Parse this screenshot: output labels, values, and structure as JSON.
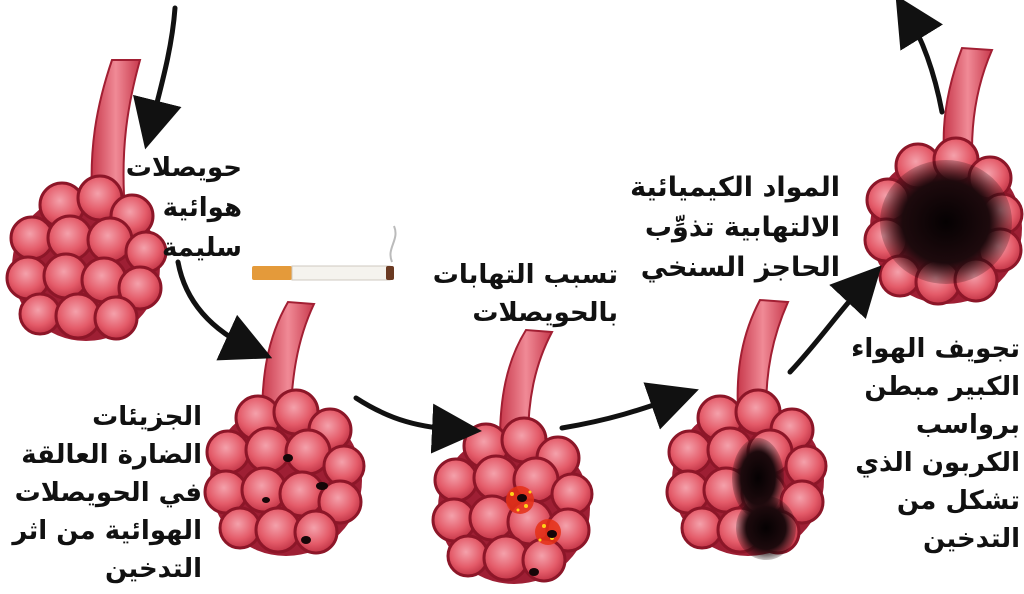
{
  "stages": [
    {
      "id": "healthy",
      "label_lines": [
        "حويصلات",
        "هوائية",
        "سليمة"
      ]
    },
    {
      "id": "particles",
      "label_lines": [
        "الجزيئات",
        "الضارة العالقة",
        "في الحويصلات",
        "الهوائية من اثر",
        "التدخين"
      ]
    },
    {
      "id": "inflammation",
      "label_lines": [
        "تسبب التهابات",
        "بالحويصلات"
      ]
    },
    {
      "id": "chemicals",
      "label_lines": [
        "المواد الكيميائية",
        "الالتهابية تذوِّب",
        "الحاجز السنخي"
      ]
    },
    {
      "id": "cavity",
      "label_lines": [
        "تجويف الهواء",
        "الكبير مبطن",
        "برواسب",
        "الكربون الذي",
        "تشكل من",
        "التدخين"
      ]
    }
  ],
  "colors": {
    "tissue": "#e25564",
    "tissue_dark": "#a91e33",
    "tissue_light": "#f7a4ad",
    "arrow": "#111111",
    "soot": "#1a0a0c"
  },
  "icons": {
    "cigarette": "cigarette-icon"
  }
}
